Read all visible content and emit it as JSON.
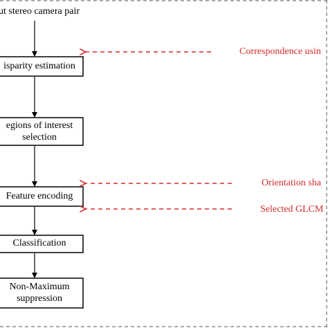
{
  "diagram": {
    "input_label": "ut stereo camera pair",
    "steps": [
      {
        "label": "isparity estimation"
      },
      {
        "label_line1": "egions of interest",
        "label_line2": "selection"
      },
      {
        "label": "Feature encoding"
      },
      {
        "label": "Classification"
      },
      {
        "label_line1": "Non-Maximum",
        "label_line2": "suppression"
      }
    ],
    "annotations": [
      {
        "label": "Correspondence usin"
      },
      {
        "label": "Orientation sha"
      },
      {
        "label": "Selected GLCM"
      }
    ]
  },
  "colors": {
    "line": "#000000",
    "annotation": "#d42a2a",
    "background": "#ffffff"
  }
}
